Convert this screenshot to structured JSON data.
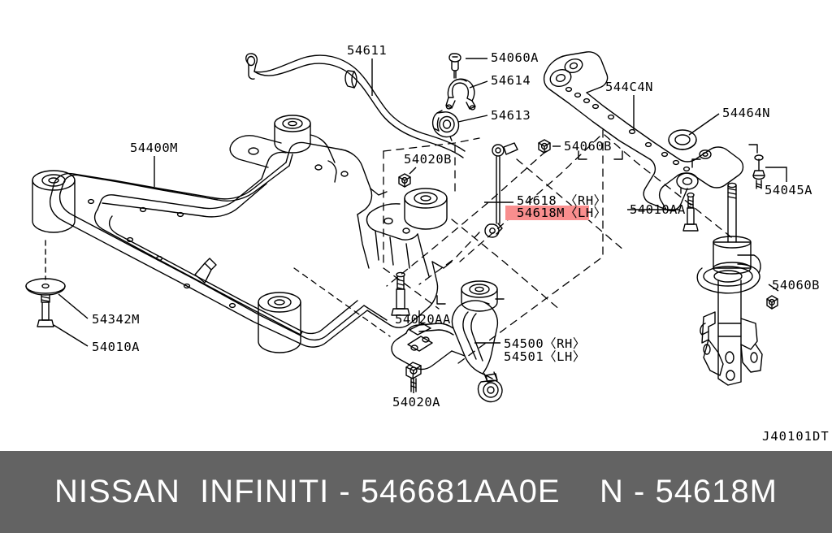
{
  "diagram": {
    "code": "J40101DT",
    "highlight_color": "#f98e8e",
    "footer_bg": "#636363",
    "line_color": "#000000"
  },
  "footer": {
    "text": "NISSAN  INFINITI - 546681AA0E    N - 54618M",
    "brand1": "NISSAN",
    "brand2": "INFINITI",
    "part_number": "546681AA0E",
    "suffix_prefix": "N",
    "suffix_part": "54618M"
  },
  "labels": {
    "subframe": "54400M",
    "stabilizer_bar": "54611",
    "clip": "54060A",
    "bracket": "54614",
    "bushing": "54613",
    "nut_54020b": "54020B",
    "nut_54060b_upper": "54060B",
    "crossmember": "544C4N",
    "washer": "54464N",
    "bolt_54045a": "54045A",
    "bolt_54010aa": "54010AA",
    "link_rh": "54618 〈RH〉",
    "link_lh": "54618M〈LH〉",
    "bolt_54342m": "54342M",
    "bolt_54010a": "54010A",
    "nut_54020aa": "54020AA",
    "arm_rh": "54500〈RH〉",
    "arm_lh": "54501〈LH〉",
    "bolt_54020a": "54020A",
    "nut_54060b_lower": "54060B"
  }
}
